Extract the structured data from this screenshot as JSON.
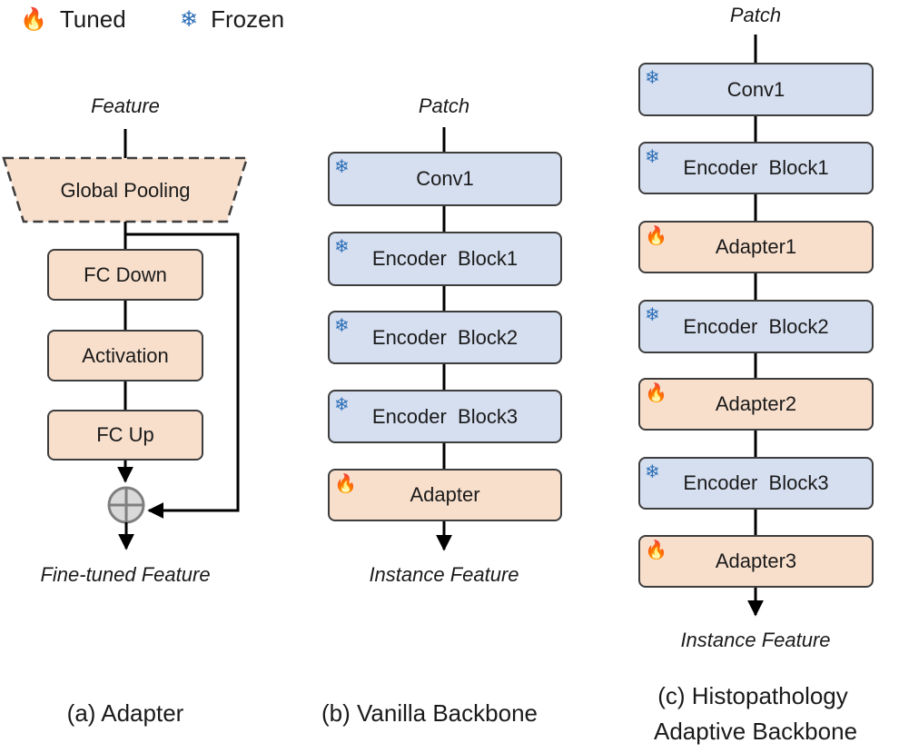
{
  "legend": {
    "tuned": {
      "label": "Tuned",
      "icon": "fire-icon"
    },
    "frozen": {
      "label": "Frozen",
      "icon": "snowflake-icon"
    }
  },
  "colors": {
    "frozen_fill": "#d6dff0",
    "tuned_fill": "#f8dfcc",
    "line": "#000000",
    "border": "#3d3d3d"
  },
  "panel_a": {
    "input": "Feature",
    "pooling": "Global Pooling",
    "fc_down": "FC Down",
    "activation": "Activation",
    "fc_up": "FC Up",
    "output": "Fine-tuned Feature",
    "caption": "(a) Adapter"
  },
  "panel_b": {
    "input": "Patch",
    "blocks": [
      {
        "label": "Conv1",
        "state": "frozen"
      },
      {
        "label": "Encoder  Block1",
        "state": "frozen"
      },
      {
        "label": "Encoder  Block2",
        "state": "frozen"
      },
      {
        "label": "Encoder  Block3",
        "state": "frozen"
      },
      {
        "label": "Adapter",
        "state": "tuned"
      }
    ],
    "output": "Instance Feature",
    "caption": "(b) Vanilla Backbone"
  },
  "panel_c": {
    "input": "Patch",
    "blocks": [
      {
        "label": "Conv1",
        "state": "frozen"
      },
      {
        "label": "Encoder  Block1",
        "state": "frozen"
      },
      {
        "label": "Adapter1",
        "state": "tuned"
      },
      {
        "label": "Encoder  Block2",
        "state": "frozen"
      },
      {
        "label": "Adapter2",
        "state": "tuned"
      },
      {
        "label": "Encoder  Block3",
        "state": "frozen"
      },
      {
        "label": "Adapter3",
        "state": "tuned"
      }
    ],
    "output": "Instance Feature",
    "caption_line1": "(c) Histopathology",
    "caption_line2": "Adaptive Backbone"
  }
}
